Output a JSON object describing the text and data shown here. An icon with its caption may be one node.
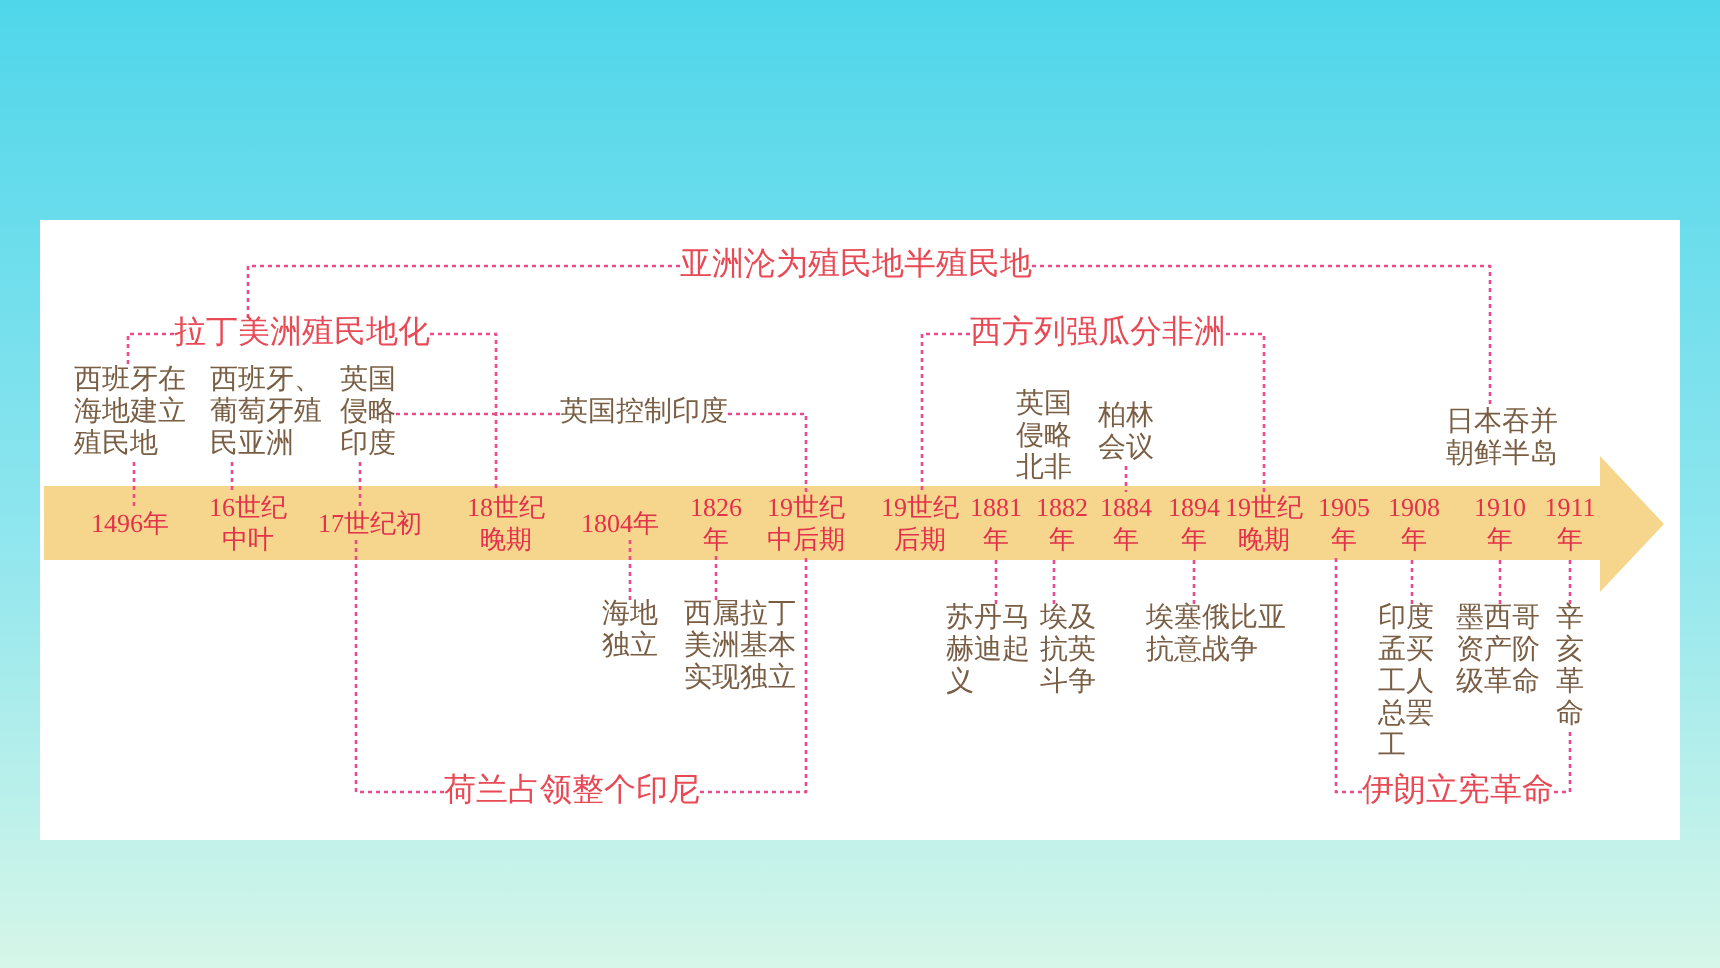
{
  "diagram": {
    "nodes": [
      {
        "text": [
          "亚洲沦为殖民地半殖民地"
        ]
      },
      {
        "text": [
          "拉丁美洲殖民地化"
        ]
      },
      {
        "text": [
          "西方列强瓜分非洲"
        ]
      },
      {
        "text": [
          "西班牙在海地建立殖民地"
        ]
      },
      {
        "text": [
          "西班牙、葡萄牙殖民亚洲"
        ]
      },
      {
        "text": [
          "英国侵略印度"
        ]
      },
      {
        "text": [
          "英国控制印度"
        ]
      },
      {
        "text": [
          "柏林会议"
        ]
      },
      {
        "text": [
          "日本吞并朝鲜半岛"
        ]
      },
      {
        "text": [
          "1496年"
        ]
      },
      {
        "text": [
          "16世纪中叶"
        ]
      },
      {
        "text": [
          "17世纪初"
        ]
      },
      {
        "text": [
          "18世纪晚期"
        ]
      },
      {
        "text": [
          "1804年"
        ]
      },
      {
        "text": [
          "1826年"
        ]
      },
      {
        "text": [
          "19世纪中后期"
        ]
      },
      {
        "text": [
          "19世纪后期"
        ]
      },
      {
        "text": [
          "1881年"
        ]
      },
      {
        "text": [
          "1882年"
        ]
      },
      {
        "text": [
          "1884年"
        ]
      },
      {
        "text": [
          "1894年"
        ]
      },
      {
        "text": [
          "19世纪晚期"
        ]
      },
      {
        "text": [
          "1905年"
        ]
      },
      {
        "text": [
          "1908年"
        ]
      },
      {
        "text": [
          "1910年"
        ]
      },
      {
        "text": [
          "1911年"
        ]
      },
      {
        "text": [
          "海地独立"
        ]
      },
      {
        "text": [
          "西属拉丁美洲基本实现独立"
        ]
      },
      {
        "text": [
          "苏丹马赫迪起义"
        ]
      },
      {
        "text": [
          "埃及抗英斗争"
        ]
      },
      {
        "text": [
          "埃塞俄比亚抗意战争"
        ]
      },
      {
        "text": [
          "印度孟买工人总罢工"
        ]
      },
      {
        "text": [
          "墨西哥资产阶级革命"
        ]
      },
      {
        "text": [
          "辛亥革命"
        ]
      },
      {
        "text": [
          "荷兰占领整个印尼"
        ]
      },
      {
        "text": [
          "伊朗立宪革命"
        ]
      }
    ],
    "edges": [
      {
        "from": 0,
        "to": 1,
        "arrow": "none"
      },
      {
        "from": 0,
        "to": 8,
        "arrow": "none"
      },
      {
        "from": 1,
        "to": 3,
        "arrow": "none"
      },
      {
        "from": 1,
        "to": 12,
        "arrow": "none"
      },
      {
        "from": 2,
        "to": 16,
        "arrow": "none"
      },
      {
        "from": 2,
        "to": 21,
        "arrow": "none"
      },
      {
        "from": 6,
        "to": 5,
        "arrow": "none"
      },
      {
        "from": 6,
        "to": 15,
        "arrow": "none"
      },
      {
        "from": 3,
        "to": 9,
        "arrow": "none"
      },
      {
        "from": 4,
        "to": 10,
        "arrow": "none"
      },
      {
        "from": 5,
        "to": 11,
        "arrow": "none"
      },
      {
        "from": 7,
        "to": 19,
        "arrow": "none"
      },
      {
        "from": 26,
        "to": 13,
        "arrow": "none"
      },
      {
        "from": 27,
        "to": 14,
        "arrow": "none"
      },
      {
        "from": 28,
        "to": 17,
        "arrow": "none"
      },
      {
        "from": 29,
        "to": 18,
        "arrow": "none"
      },
      {
        "from": 30,
        "to": 20,
        "arrow": "none"
      },
      {
        "from": 31,
        "to": 23,
        "arrow": "none"
      },
      {
        "from": 32,
        "to": 24,
        "arrow": "none"
      },
      {
        "from": 33,
        "to": 25,
        "arrow": "none"
      },
      {
        "from": 34,
        "to": 11,
        "arrow": "none"
      },
      {
        "from": 34,
        "to": 15,
        "arrow": "none"
      },
      {
        "from": 35,
        "to": 22,
        "arrow": "none"
      },
      {
        "from": 35,
        "to": 33,
        "arrow": "none"
      }
    ],
    "labels": [
      "英国侵略北非"
    ]
  }
}
